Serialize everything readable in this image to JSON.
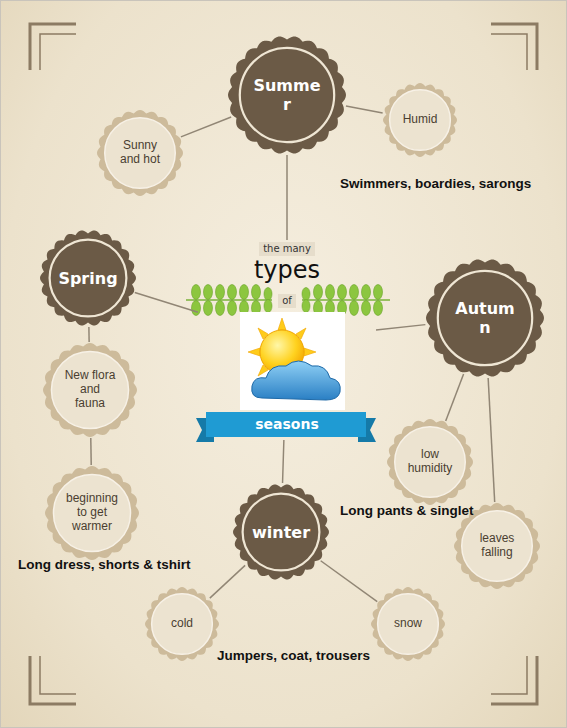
{
  "diagram": {
    "nodes": [
      {
        "text": [
          "Summer"
        ]
      },
      {
        "text": [
          "Sunny and hot"
        ]
      },
      {
        "text": [
          "Humid"
        ]
      },
      {
        "text": [
          "the many",
          "types",
          "of",
          "seasons"
        ]
      },
      {
        "text": [
          "Spring"
        ]
      },
      {
        "text": [
          "Autumn"
        ]
      },
      {
        "text": [
          "New flora and fauna"
        ]
      },
      {
        "text": [
          "low humidity"
        ]
      },
      {
        "text": [
          "beginning to get warmer"
        ]
      },
      {
        "text": [
          "leaves falling"
        ]
      },
      {
        "text": [
          "winter"
        ]
      },
      {
        "text": [
          "cold"
        ]
      },
      {
        "text": [
          "snow"
        ]
      }
    ],
    "edges": [
      {
        "from": 0,
        "to": 1,
        "arrow": "none"
      },
      {
        "from": 0,
        "to": 2,
        "arrow": "none"
      },
      {
        "from": 0,
        "to": 3,
        "arrow": "none"
      },
      {
        "from": 3,
        "to": 4,
        "arrow": "none"
      },
      {
        "from": 3,
        "to": 5,
        "arrow": "none"
      },
      {
        "from": 3,
        "to": 10,
        "arrow": "none"
      },
      {
        "from": 4,
        "to": 6,
        "arrow": "none"
      },
      {
        "from": 6,
        "to": 8,
        "arrow": "none"
      },
      {
        "from": 5,
        "to": 7,
        "arrow": "none"
      },
      {
        "from": 5,
        "to": 9,
        "arrow": "none"
      },
      {
        "from": 10,
        "to": 11,
        "arrow": "none"
      },
      {
        "from": 10,
        "to": 12,
        "arrow": "none"
      }
    ],
    "labels": [
      "Swimmers, boardies, sarongs",
      "Long dress, shorts & tshirt",
      "Long pants & singlet",
      "Jumpers, coat, trousers"
    ]
  }
}
